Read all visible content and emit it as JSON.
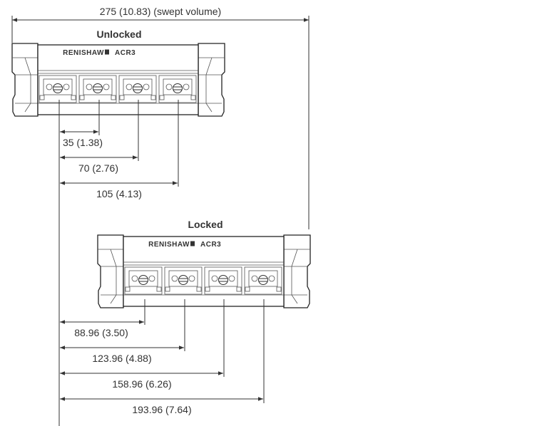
{
  "overall_dimension": "275 (10.83) (swept volume)",
  "unlocked": {
    "title": "Unlocked",
    "brand": "RENISHAW",
    "model": "ACR3",
    "dimensions": [
      "35 (1.38)",
      "70 (2.76)",
      "105 (4.13)"
    ]
  },
  "locked": {
    "title": "Locked",
    "brand": "RENISHAW",
    "model": "ACR3",
    "dimensions": [
      "88.96 (3.50)",
      "123.96 (4.88)",
      "158.96 (6.26)",
      "193.96 (7.64)"
    ]
  }
}
